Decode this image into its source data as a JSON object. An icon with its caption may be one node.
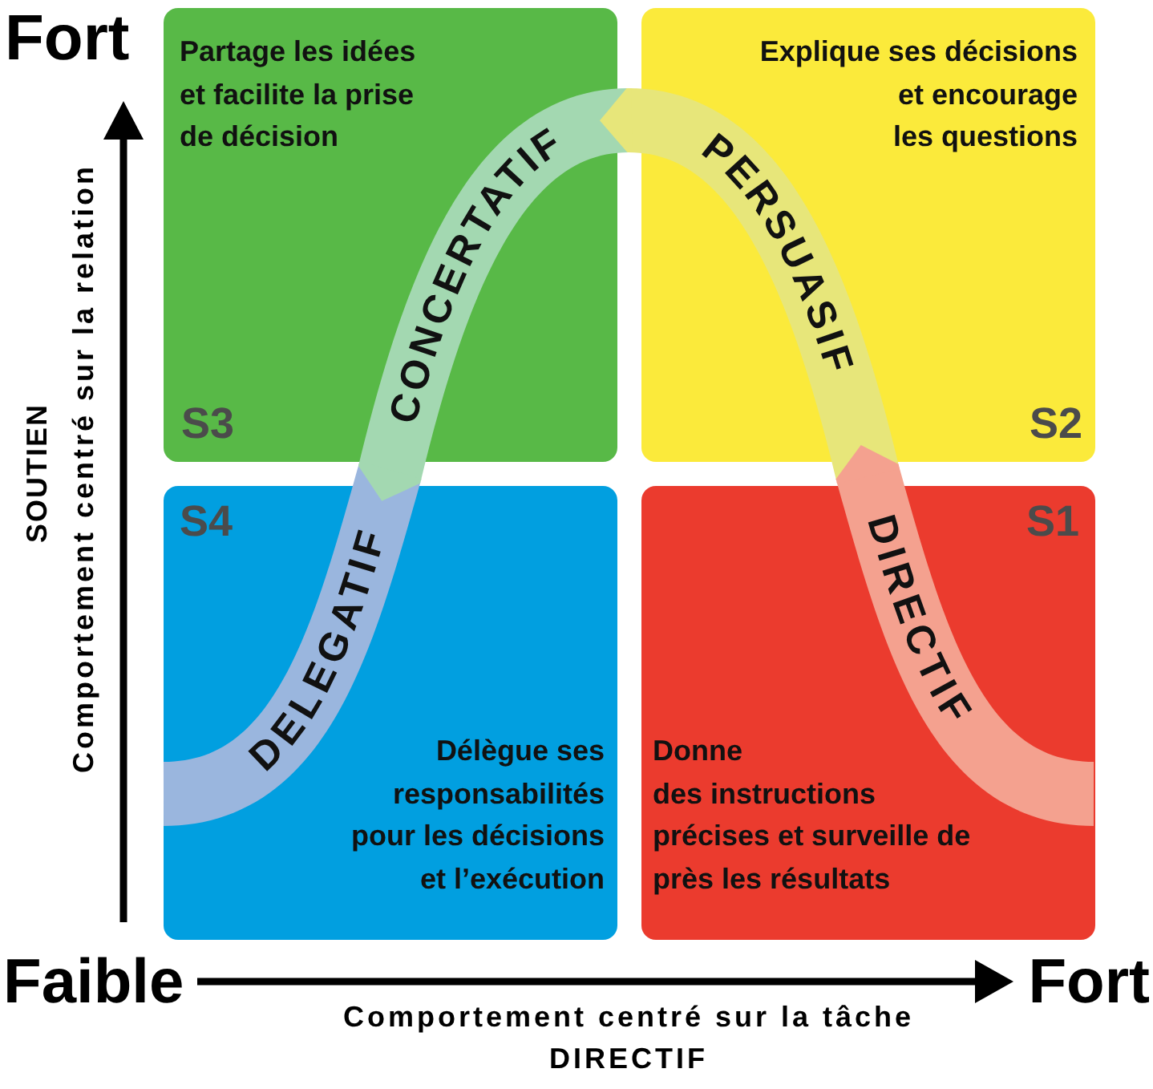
{
  "diagram": {
    "nodes": [
      {
        "text": [
          "Partage les idées et facilite la prise de décision",
          "S3"
        ]
      },
      {
        "text": [
          "Explique ses décisions et encourage les questions",
          "S2"
        ]
      },
      {
        "text": [
          "S4",
          "Délègue ses responsabilités pour les décisions et l’exécution"
        ]
      },
      {
        "text": [
          "S1",
          "Donne des instructions précises et surveille de près les résultats"
        ]
      },
      {
        "text": [
          "DELEGATIF"
        ]
      },
      {
        "text": [
          "CONCERTATIF"
        ]
      },
      {
        "text": [
          "PERSUASIF"
        ]
      },
      {
        "text": [
          "DIRECTIF"
        ]
      }
    ],
    "edges": [
      {
        "from": 7,
        "to": 6,
        "arrow": "to",
        "color": "#f4a18f"
      },
      {
        "from": 6,
        "to": 5,
        "arrow": "to",
        "color": "#e7e67a"
      },
      {
        "from": 5,
        "to": 4,
        "arrow": "to",
        "color": "#a3d8b1"
      }
    ],
    "labels": [
      "Fort",
      "SOUTIEN",
      "Comportement centré sur la relation",
      "Faible",
      "Fort",
      "Comportement centré sur la tâche",
      "DIRECTIF"
    ]
  }
}
